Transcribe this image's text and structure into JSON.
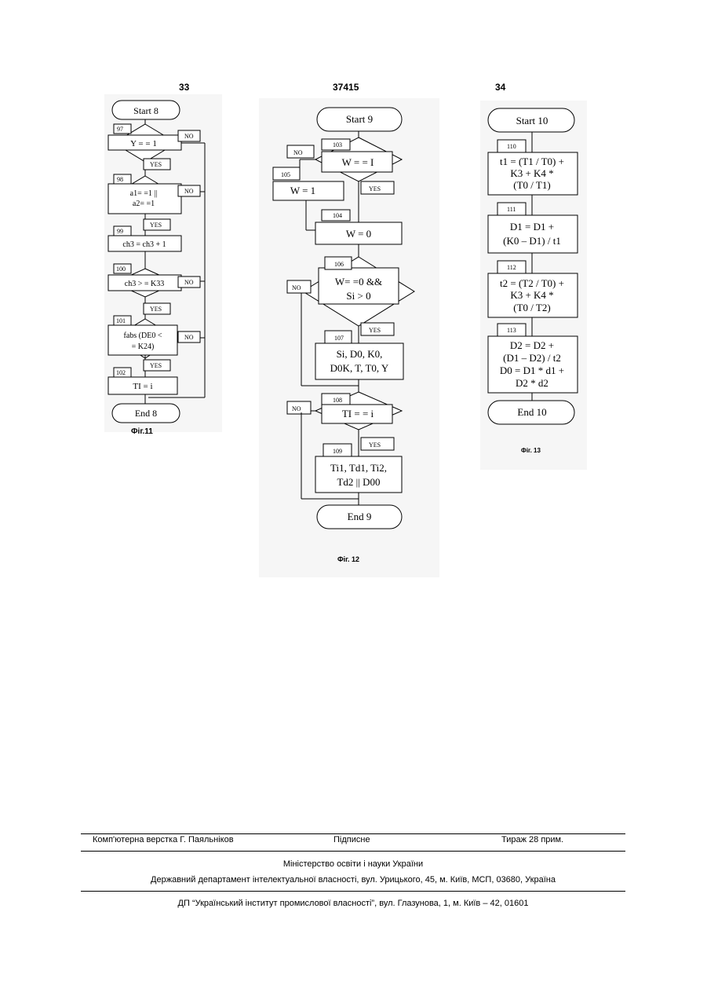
{
  "header": {
    "left_page": "33",
    "center_number": "37415",
    "right_page": "34"
  },
  "fig11": {
    "caption": "Фіг.11",
    "start": "Start 8",
    "end": "End 8",
    "yes": "YES",
    "no": "NO",
    "b97": {
      "num": "97",
      "text": "Y = = 1"
    },
    "b98": {
      "num": "98",
      "line1": "a1= =1 ||",
      "line2": "a2= =1"
    },
    "b99": {
      "num": "99",
      "text": "ch3 = ch3 + 1"
    },
    "b100": {
      "num": "100",
      "text": "ch3 > = K33"
    },
    "b101": {
      "num": "101",
      "line1": "fabs (DE0 <",
      "line2": "= K24)"
    },
    "b102": {
      "num": "102",
      "text": "TI = i"
    }
  },
  "fig12": {
    "caption": "Фіг. 12",
    "start": "Start 9",
    "end": "End 9",
    "yes": "YES",
    "no": "NO",
    "b103": {
      "num": "103",
      "text": "W = = I"
    },
    "b105": {
      "num": "105",
      "text": "W = 1"
    },
    "b104": {
      "num": "104",
      "text": "W = 0"
    },
    "b106": {
      "num": "106",
      "line1": "W= =0 &&",
      "line2": "Si > 0"
    },
    "b107": {
      "num": "107",
      "line1": "Si, D0, K0,",
      "line2": "D0K, T, T0, Y"
    },
    "b108": {
      "num": "108",
      "text": "TI = = i"
    },
    "b109": {
      "num": "109",
      "line1": "Ti1, Td1, Ti2,",
      "line2": "Td2  ||  D00"
    }
  },
  "fig13": {
    "caption": "Фіг. 13",
    "start": "Start 10",
    "end": "End 10",
    "b110": {
      "num": "110",
      "line1": "t1 = (T1 / T0) +",
      "line2": "K3 + K4 *",
      "line3": "(T0 / T1)"
    },
    "b111": {
      "num": "111",
      "line1": "D1 = D1 +",
      "line2": "(K0 – D1) / t1"
    },
    "b112": {
      "num": "112",
      "line1": "t2 = (T2 / T0) +",
      "line2": "K3 + K4 *",
      "line3": "(T0 / T2)"
    },
    "b113": {
      "num": "113",
      "line1": "D2 = D2 +",
      "line2": "(D1 – D2) / t2",
      "line3": "D0 = D1 * d1 +",
      "line4": "D2 * d2"
    }
  },
  "footer": {
    "typesetter": "Комп'ютерна верстка Г. Паяльніков",
    "signed": "Підписне",
    "circulation": "Тираж 28 прим.",
    "ministry": "Міністерство освіти і науки України",
    "department": "Державний департамент інтелектуальної власності, вул. Урицького, 45, м. Київ, МСП, 03680, Україна",
    "enterprise": "ДП “Український інститут промислової власності”, вул. Глазунова, 1, м. Київ – 42, 01601"
  }
}
